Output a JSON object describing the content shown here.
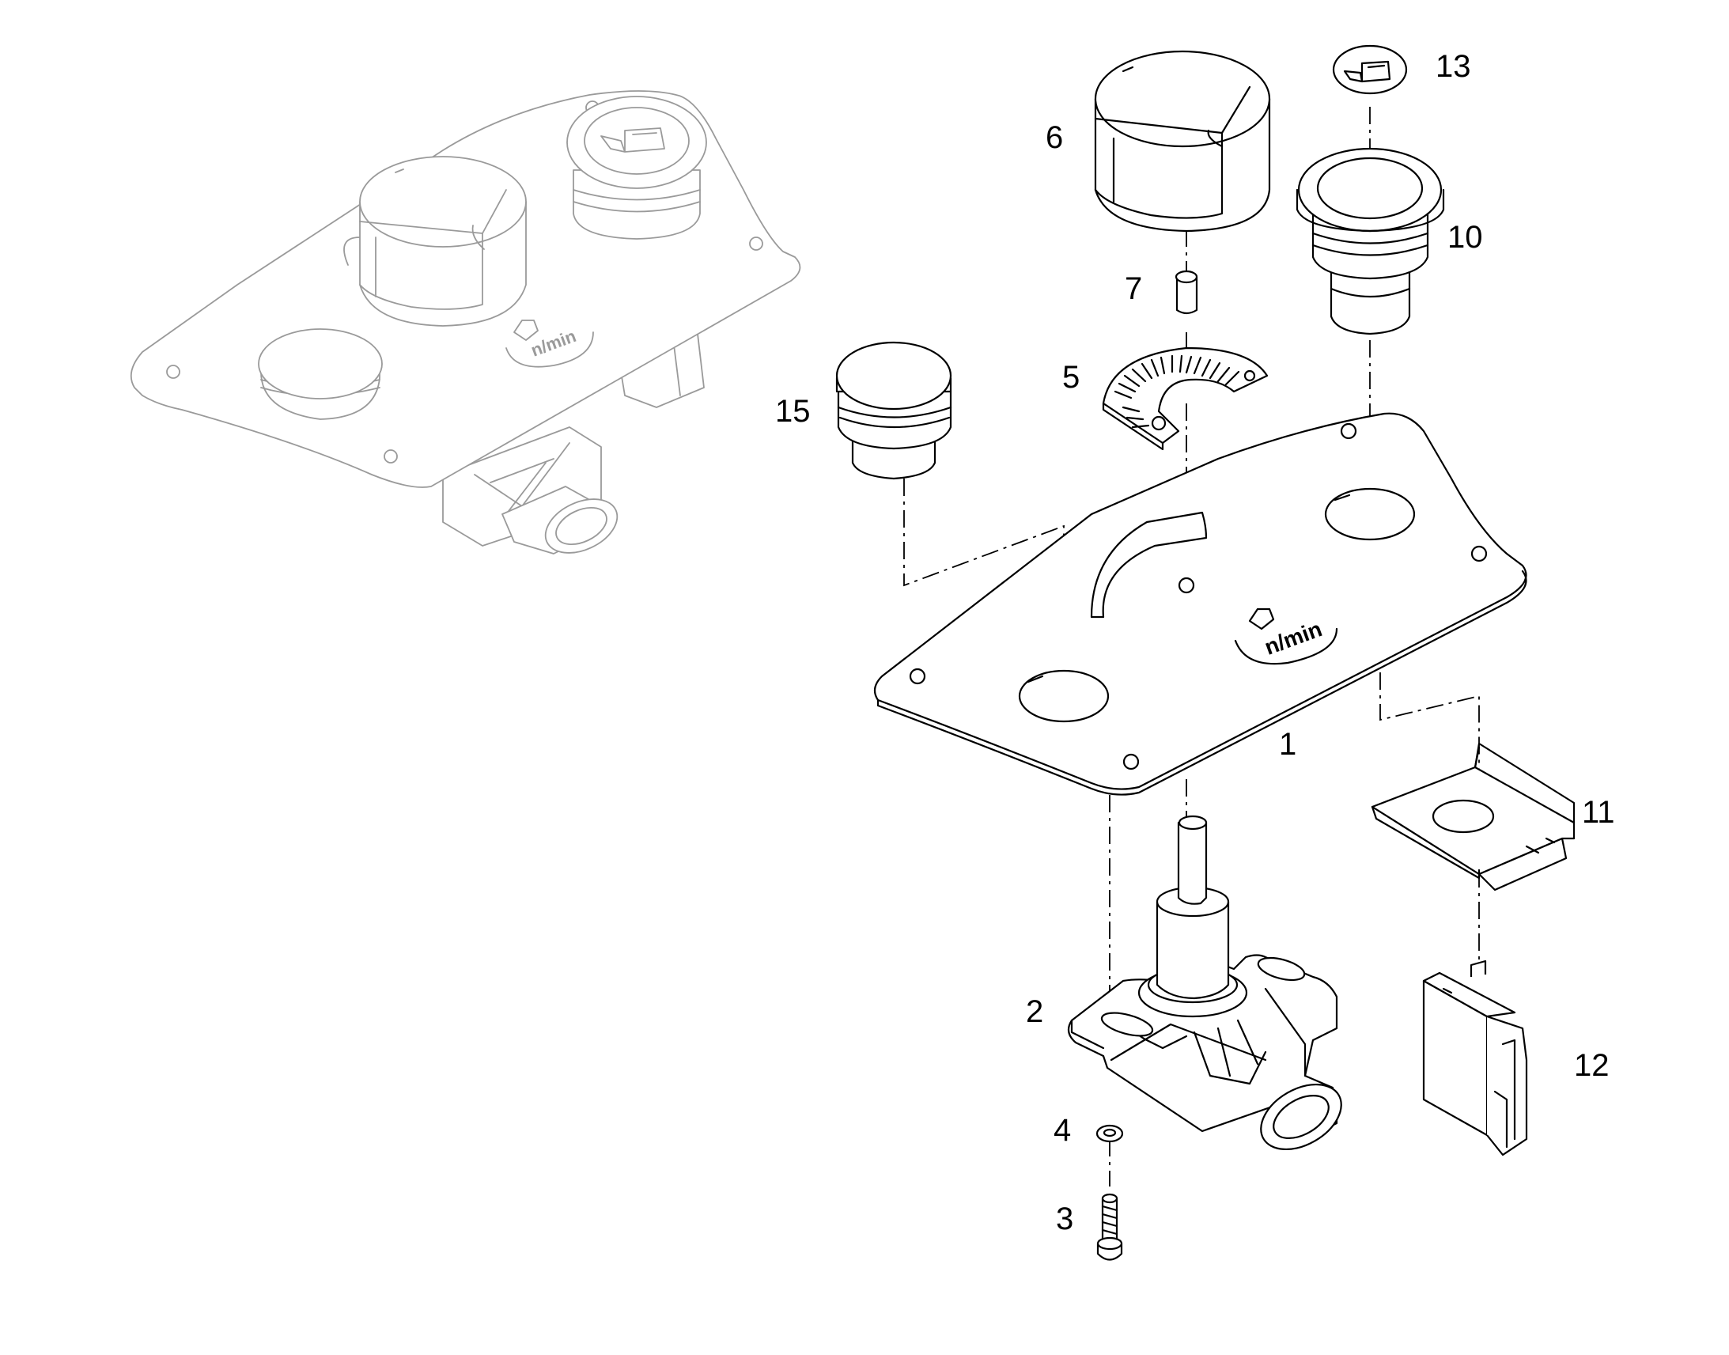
{
  "callouts": {
    "c1": "1",
    "c2": "2",
    "c3": "3",
    "c4": "4",
    "c5": "5",
    "c6": "6",
    "c7": "7",
    "c10": "10",
    "c11": "11",
    "c12": "12",
    "c13": "13",
    "c15": "15"
  },
  "plate_logo": "n/min",
  "assembled_logo": "n/min"
}
